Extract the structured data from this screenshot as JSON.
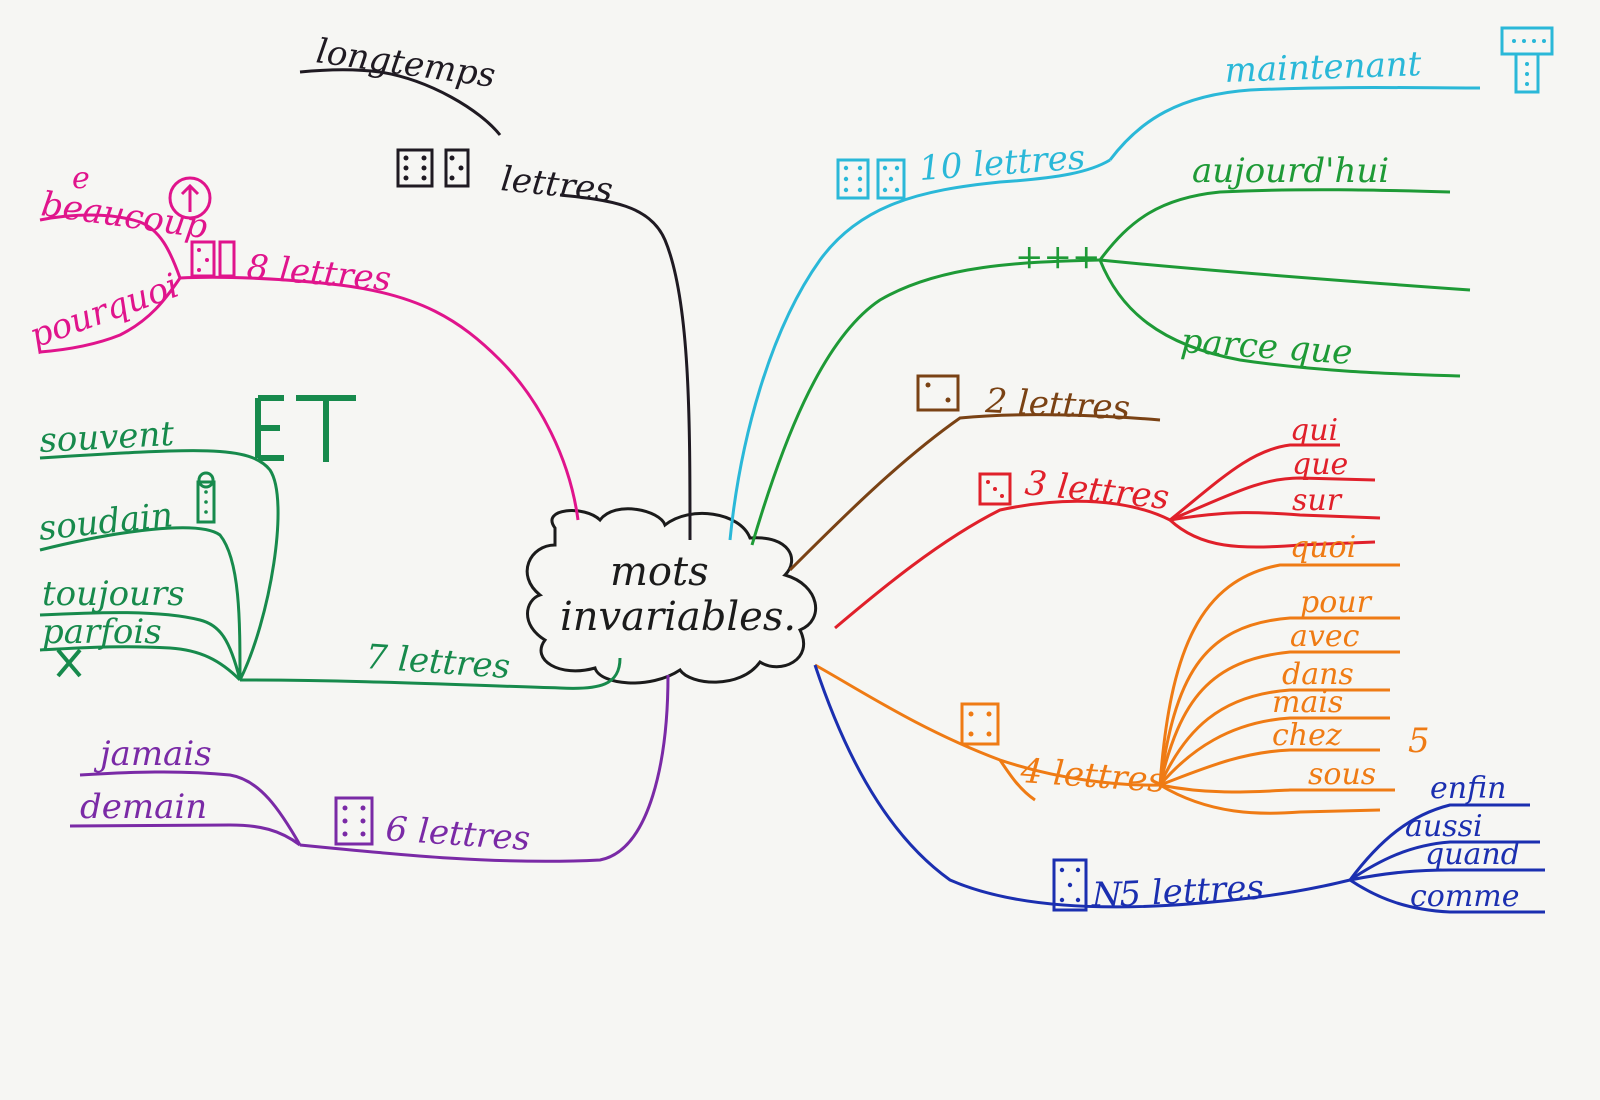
{
  "center": {
    "line1": "mots",
    "line2": "invariables."
  },
  "colors": {
    "ink": "#1b1b1b",
    "black": "#1f1a22",
    "pink": "#e0148c",
    "green": "#178a4c",
    "purple": "#7a2aa6",
    "cyan": "#2ab8d8",
    "grassgreen": "#1e9a36",
    "brown": "#7a4214",
    "red": "#e0202a",
    "orange": "#ef7b14",
    "blue": "#1b2fb0"
  },
  "branches": {
    "nine": {
      "label": "lettres",
      "words": [
        "longtemps"
      ]
    },
    "eight": {
      "label": "8 lettres",
      "words": [
        "beaucoup",
        "pourquoi"
      ],
      "correction": "e"
    },
    "seven": {
      "label": "7 lettres",
      "words": [
        "souvent",
        "soudain",
        "toujours",
        "parfois"
      ],
      "marks": "ET"
    },
    "six": {
      "label": "6 lettres",
      "words": [
        "jamais",
        "demain"
      ]
    },
    "ten": {
      "label": "10 lettres",
      "words": [
        "maintenant"
      ]
    },
    "plus": {
      "label": "+++",
      "words": [
        "aujourd'hui",
        "parce que"
      ]
    },
    "two": {
      "label": "2 lettres",
      "words": []
    },
    "three": {
      "label": "3 lettres",
      "words": [
        "qui",
        "que",
        "sur"
      ]
    },
    "four": {
      "label": "4 lettres",
      "words": [
        "quoi",
        "pour",
        "avec",
        "dans",
        "mais",
        "chez",
        "sous"
      ],
      "side_mark": "5"
    },
    "five": {
      "label": "5 lettres",
      "words": [
        "enfin",
        "aussi",
        "quand",
        "comme"
      ],
      "prefix": "N"
    }
  }
}
